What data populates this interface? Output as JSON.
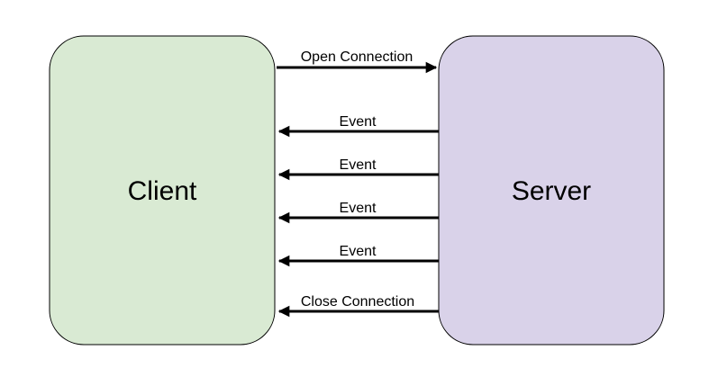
{
  "nodes": {
    "client": {
      "label": "Client",
      "fill": "#d9ead3"
    },
    "server": {
      "label": "Server",
      "fill": "#d9d2e9"
    }
  },
  "messages": [
    {
      "label": "Open Connection",
      "direction": "client-to-server"
    },
    {
      "label": "Event",
      "direction": "server-to-client"
    },
    {
      "label": "Event",
      "direction": "server-to-client"
    },
    {
      "label": "Event",
      "direction": "server-to-client"
    },
    {
      "label": "Event",
      "direction": "server-to-client"
    },
    {
      "label": "Close Connection",
      "direction": "server-to-client"
    }
  ],
  "colors": {
    "stroke": "#000000",
    "text": "#000000"
  }
}
